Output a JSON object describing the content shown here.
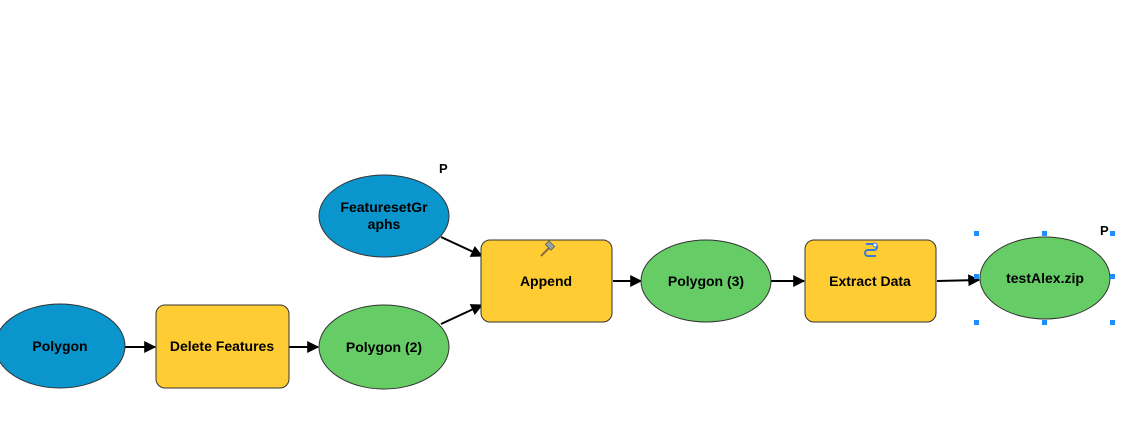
{
  "model": {
    "nodes": {
      "polygon": {
        "label": "Polygon",
        "kind": "input-data"
      },
      "delete_features": {
        "label": "Delete Features",
        "kind": "tool"
      },
      "polygon_2": {
        "label": "Polygon (2)",
        "kind": "derived-data"
      },
      "featureset_graphs": {
        "lines": [
          "FeaturesetGr",
          "aphs"
        ],
        "kind": "input-data",
        "param_flag": "P"
      },
      "append": {
        "label": "Append",
        "kind": "tool",
        "icon": "hammer-icon"
      },
      "polygon_3": {
        "label": "Polygon (3)",
        "kind": "derived-data"
      },
      "extract_data": {
        "label": "Extract Data",
        "kind": "script-tool",
        "icon": "script-icon"
      },
      "test_alex_zip": {
        "label": "testAlex.zip",
        "kind": "derived-data",
        "param_flag": "P",
        "selected": true
      }
    },
    "colors": {
      "input_data": "#0a95cc",
      "derived_data": "#66cc66",
      "tool": "#ffcc33",
      "outline": "#333333",
      "selection_handle": "#1e8fff"
    }
  }
}
